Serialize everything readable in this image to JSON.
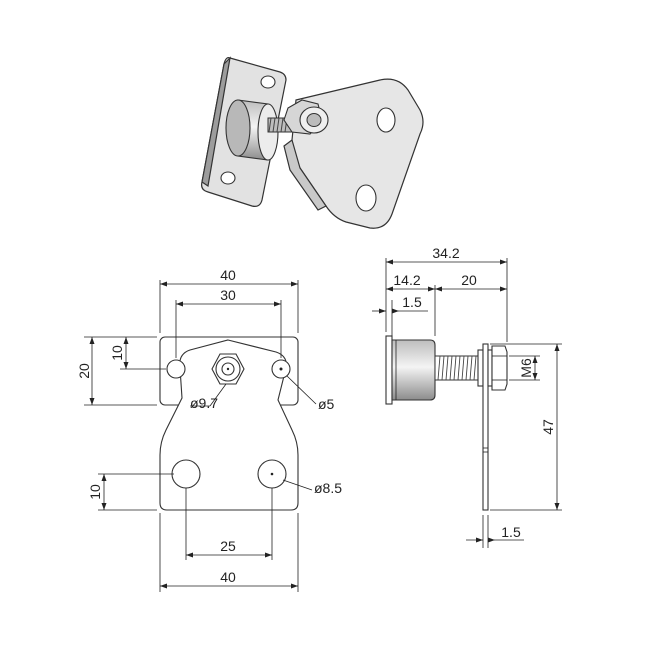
{
  "figure": {
    "type": "technical-drawing",
    "views": [
      "isometric",
      "front",
      "side"
    ]
  },
  "front_view": {
    "top_width": "40",
    "hole_pitch_top": "30",
    "plate_height": "20",
    "hole_offset_vertical": "10",
    "nut_diameter": "ø9.7",
    "small_hole_diameter": "ø5",
    "lower_offset": "10",
    "large_hole_diameter": "ø8.5",
    "large_hole_pitch": "25",
    "bottom_width": "40"
  },
  "side_view": {
    "overall_length": "34.2",
    "boss_length": "14.2",
    "stud_length": "20",
    "flange_thickness": "1.5",
    "thread_size": "M6",
    "bracket_height": "47",
    "bracket_thickness": "1.5"
  },
  "colors": {
    "line": "#333333",
    "iso_fill_light": "#e6e6e6",
    "iso_fill_mid": "#cfcfcf",
    "iso_fill_dark": "#9a9a9a"
  }
}
